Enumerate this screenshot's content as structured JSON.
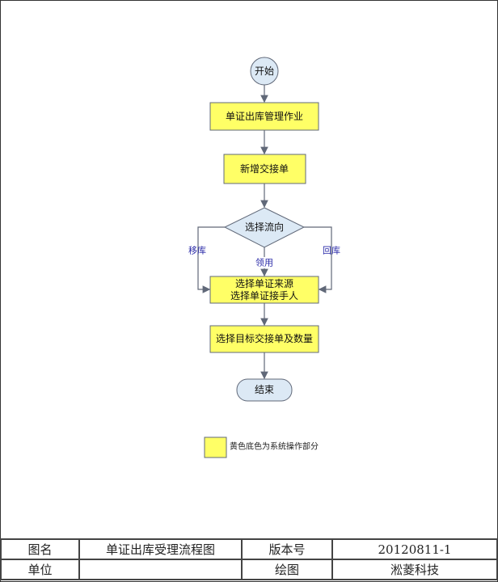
{
  "diagram": {
    "nodes": {
      "start": "开始",
      "step1": "单证出库管理作业",
      "step2": "新增交接单",
      "decision": "选择流向",
      "step3_line1": "选择单证来源",
      "step3_line2": "选择单证接手人",
      "step4": "选择目标交接单及数量",
      "end": "结束"
    },
    "edge_labels": {
      "left": "移库",
      "middle": "领用",
      "right": "回库"
    },
    "legend": "黄色底色为系统操作部分",
    "colors": {
      "process": "#ffff66",
      "terminal": "#dce9f5",
      "edge": "#606878",
      "edge_label": "#2a2aa8"
    }
  },
  "title_block": {
    "name_label": "图名",
    "name_value": "单证出库受理流程图",
    "version_label": "版本号",
    "version_value": "20120811-1",
    "unit_label": "单位",
    "unit_value": "",
    "drawn_label": "绘图",
    "drawn_value": "淞菱科技"
  }
}
